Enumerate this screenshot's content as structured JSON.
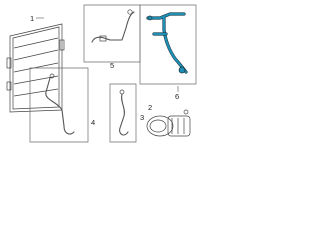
{
  "colors": {
    "highlight": "#1f8fb3",
    "line": "#555555",
    "background": "#ffffff"
  },
  "callouts": [
    {
      "key": "condenser",
      "label": "1"
    },
    {
      "key": "compressor",
      "label": "2"
    },
    {
      "key": "hose_a",
      "label": "3"
    },
    {
      "key": "tube_a",
      "label": "4"
    },
    {
      "key": "tube_b",
      "label": "5"
    },
    {
      "key": "highlighted_tube_assembly",
      "label": "6"
    }
  ]
}
